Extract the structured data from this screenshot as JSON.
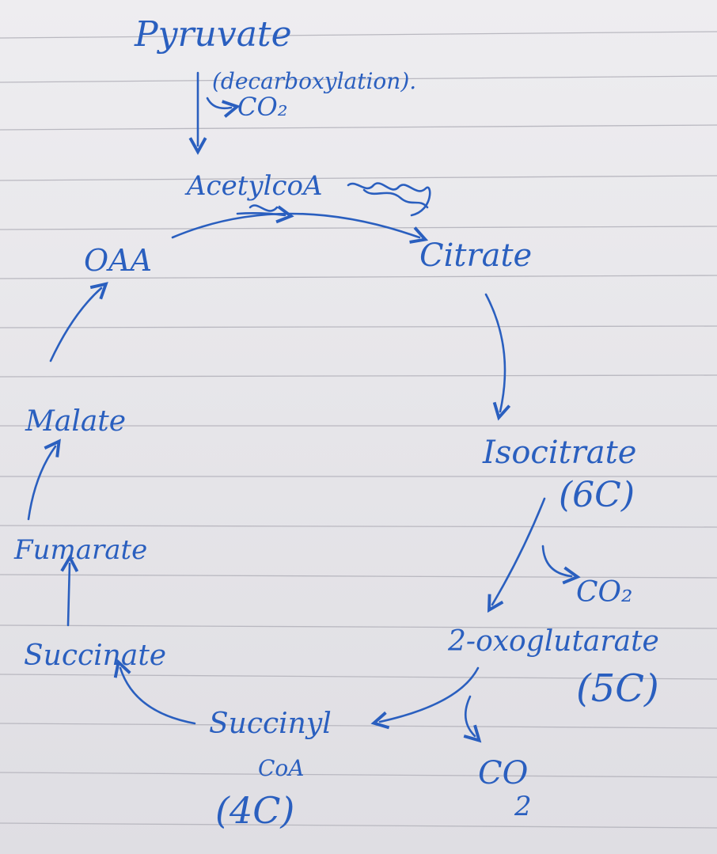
{
  "diagram": {
    "nodes": {
      "pyruvate": "Pyruvate",
      "decarboxylation": "(decarboxylation).",
      "co2_1": "CO₂",
      "acetyl_coa": "AcetylcoA",
      "citrate": "Citrate",
      "isocitrate": "Isocitrate",
      "isocitrate_carbons": "(6C)",
      "co2_2": "CO₂",
      "oxoglutarate": "2-oxoglutarate",
      "oxoglutarate_carbons": "(5C)",
      "co2_3_a": "CO",
      "co2_3_b": "2",
      "succinyl": "Succinyl",
      "coa": "CoA",
      "succinyl_carbons": "(4C)",
      "succinate": "Succinate",
      "fumarate": "Fumarate",
      "malate": "Malate",
      "oaa": "OAA"
    },
    "colors": {
      "ink": "#2a5fbf",
      "paper": "#eeedf0",
      "rule": "#b9b8c0"
    }
  }
}
